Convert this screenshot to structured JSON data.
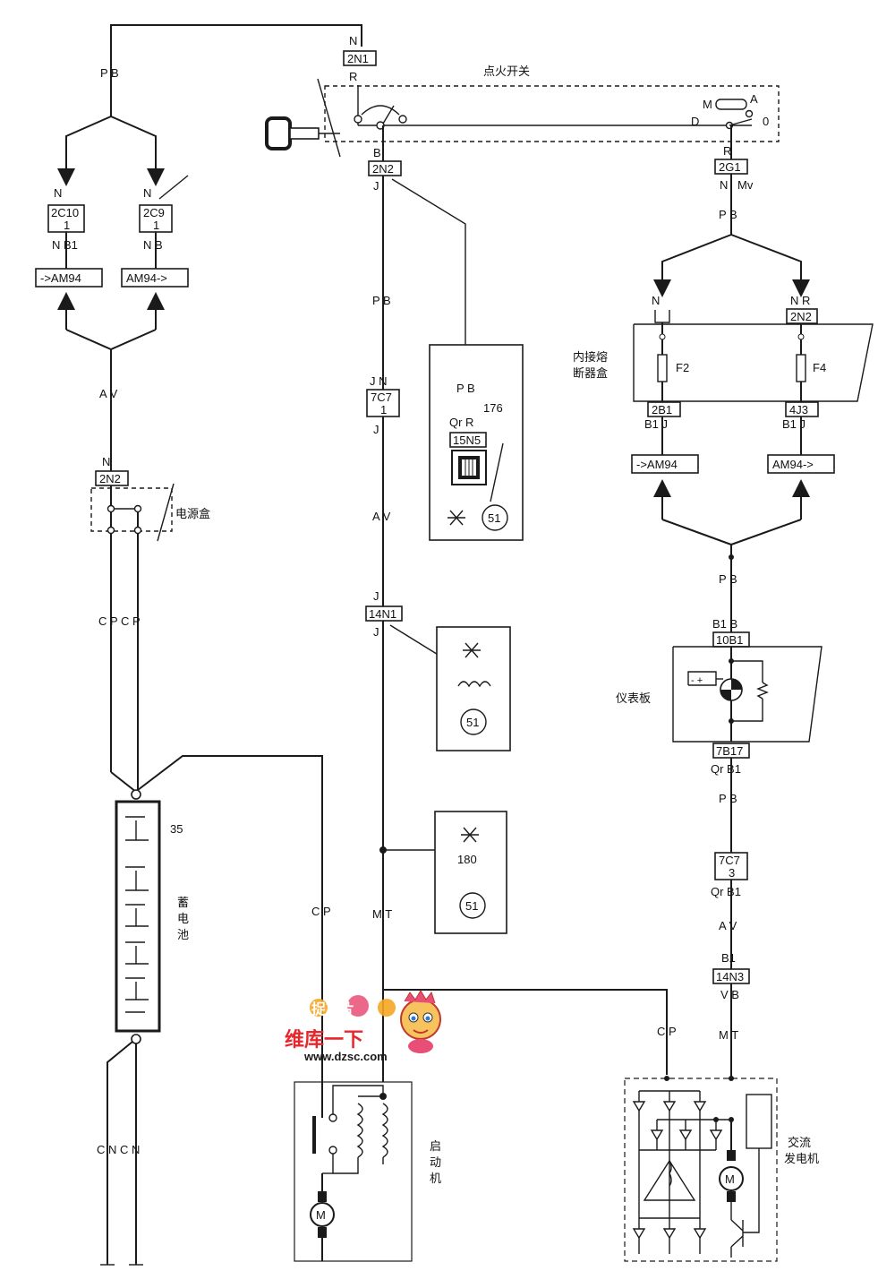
{
  "labels": {
    "ignition_switch": "点火开关",
    "power_box": "电源盒",
    "fuse_box_line1": "内接熔",
    "fuse_box_line2": "断器盒",
    "dashboard": "仪表板",
    "battery_ch1": "蓄",
    "battery_ch2": "电",
    "battery_ch3": "池",
    "starter_ch1": "启",
    "starter_ch2": "动",
    "starter_ch3": "机",
    "alternator_line1": "交流",
    "alternator_line2": "发电机"
  },
  "connectors": {
    "c_2N1": "2N1",
    "c_2N2_top": "2N2",
    "c_2G1": "2G1",
    "c_2C10": "2C10",
    "c_2C10_pin": "1",
    "c_2C9": "2C9",
    "c_2C9_pin": "1",
    "c_2N2_left": "2N2",
    "c_7C7": "7C7",
    "c_7C7_pin": "1",
    "c_15N5": "15N5",
    "c_14N1": "14N1",
    "c_2N2_right": "2N2",
    "c_2B1": "2B1",
    "c_4J3": "4J3",
    "c_10B1": "10B1",
    "c_7B17": "7B17",
    "c_7C7_right": "7C7",
    "c_7C7_right_pin": "3",
    "c_14N3": "14N3"
  },
  "pins": {
    "n_2N1": "N",
    "r_2N1": "R",
    "b_2N2": "B",
    "j_2N2": "J",
    "r_2G1": "R",
    "n_2G1": "N",
    "mv_2G1": "Mv",
    "n_2C10": "N",
    "nb1_2C10": "N B1",
    "n_2C9": "N",
    "nb_2C9": "N B",
    "n_2N2_left": "N",
    "jn_7C7": "J  N",
    "j_7C7": "J",
    "qrr_15N5": "Qr  R",
    "j_14N1_top": "J",
    "j_14N1_bot": "J",
    "n_right_top": "N",
    "nr_2N2": "N R",
    "b1j_2B1": "B1  J",
    "b1j_4J3": "B1  J",
    "b1b_10B1": "B1  B",
    "qrb1_7B17": "Qr  B1",
    "qrb1_7C7": "Qr  B1",
    "b1_14N3": "B1",
    "vb_14N3": "V  B"
  },
  "wires": {
    "pb_top_left": "P  B",
    "av_left": "A  V",
    "cpcp": "C P C P",
    "cncn": "C N C N",
    "pb_mid": "P  B",
    "av_mid": "A  V",
    "pb_176": "P  B",
    "cp_mid": "C  P",
    "mt_mid": "M  T",
    "pb_right": "P  B",
    "pb_right2": "P  B",
    "pb_right3": "P  B",
    "av_right": "A  V",
    "mt_right": "M  T",
    "cp_right": "C  P"
  },
  "relays": {
    "am94_left_a": "->AM94",
    "am94_left_b": "AM94->",
    "am94_right_a": "->AM94",
    "am94_right_b": "AM94->"
  },
  "numbers": {
    "n176": "176",
    "n51_a": "51",
    "n51_b": "51",
    "n51_c": "51",
    "n180": "180",
    "n35": "35",
    "fuse_f2": "F2",
    "fuse_f4": "F4"
  },
  "switch_positions": {
    "m": "M",
    "a": "A",
    "d": "D",
    "zero": "0"
  },
  "watermark": {
    "logo_top": "捉芯片",
    "logo_brand": "维库一下",
    "url": "www.dzsc.com"
  }
}
